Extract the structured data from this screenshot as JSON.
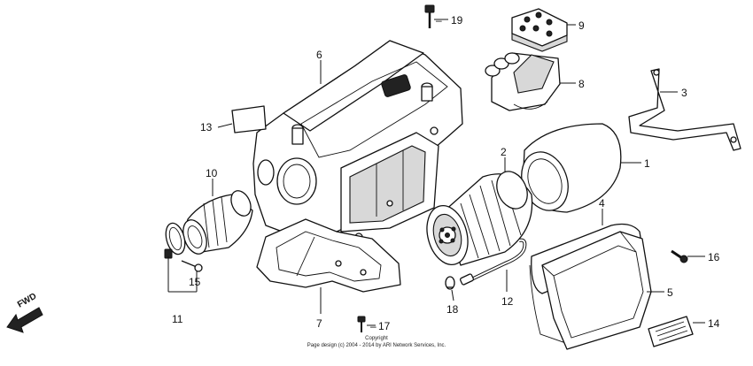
{
  "callouts": [
    {
      "id": "c1",
      "label": "1"
    },
    {
      "id": "c2",
      "label": "2"
    },
    {
      "id": "c3",
      "label": "3"
    },
    {
      "id": "c4",
      "label": "4"
    },
    {
      "id": "c5",
      "label": "5"
    },
    {
      "id": "c6",
      "label": "6"
    },
    {
      "id": "c7",
      "label": "7"
    },
    {
      "id": "c8",
      "label": "8"
    },
    {
      "id": "c9",
      "label": "9"
    },
    {
      "id": "c10",
      "label": "10"
    },
    {
      "id": "c11",
      "label": "11"
    },
    {
      "id": "c12",
      "label": "12"
    },
    {
      "id": "c13",
      "label": "13"
    },
    {
      "id": "c14",
      "label": "14"
    },
    {
      "id": "c15",
      "label": "15"
    },
    {
      "id": "c16",
      "label": "16"
    },
    {
      "id": "c17",
      "label": "17"
    },
    {
      "id": "c18",
      "label": "18"
    },
    {
      "id": "c19",
      "label": "19"
    }
  ],
  "direction_label": "FWD",
  "copyright": {
    "line1": "Copyright",
    "line2": "Page design (c) 2004 - 2014 by ARI Network Services, Inc."
  }
}
